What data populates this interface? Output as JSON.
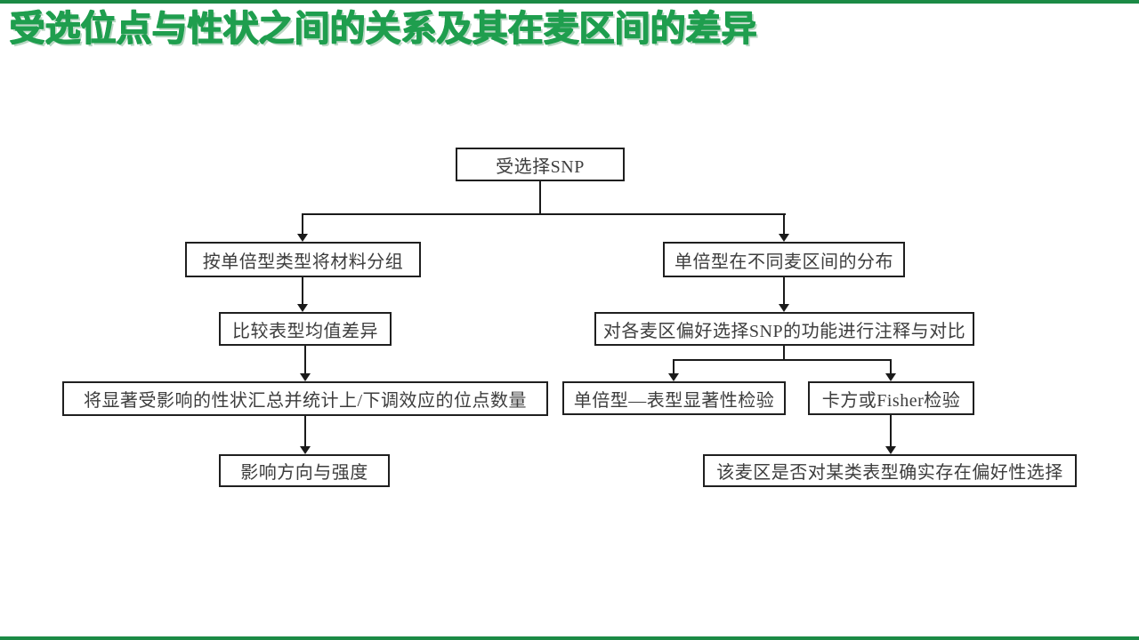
{
  "page": {
    "title": "受选位点与性状之间的关系及其在麦区间的差异",
    "background_color": "#ffffff",
    "title_color": "#1f9e4e",
    "accent_bar_color": "#1b8a45",
    "line_color": "#1a1a1a",
    "box_border_color": "#1f1f1f",
    "box_text_color": "#3d3d3d"
  },
  "flowchart": {
    "nodes": [
      {
        "id": "selected-snp",
        "label": "受选择SNP"
      },
      {
        "id": "group-materials-by-haplotype",
        "label": "按单倍型类型将材料分组"
      },
      {
        "id": "haplotype-distribution-across-regions",
        "label": "单倍型在不同麦区间的分布"
      },
      {
        "id": "compare-phenotype-mean-difference",
        "label": "比较表型均值差异"
      },
      {
        "id": "annotate-compare-snp-function",
        "label": "对各麦区偏好选择SNP的功能进行注释与对比"
      },
      {
        "id": "summarize-affected-traits",
        "label": "将显著受影响的性状汇总并统计上/下调效应的位点数量"
      },
      {
        "id": "haplotype-phenotype-significance-test",
        "label": "单倍型—表型显著性检验"
      },
      {
        "id": "chi-square-or-fisher-test",
        "label": "卡方或Fisher检验"
      },
      {
        "id": "effect-direction-and-strength",
        "label": "影响方向与强度"
      },
      {
        "id": "region-preference-conclusion",
        "label": "该麦区是否对某类表型确实存在偏好性选择"
      }
    ],
    "edges": [
      {
        "from": "selected-snp",
        "to": "group-materials-by-haplotype"
      },
      {
        "from": "selected-snp",
        "to": "haplotype-distribution-across-regions"
      },
      {
        "from": "group-materials-by-haplotype",
        "to": "compare-phenotype-mean-difference"
      },
      {
        "from": "compare-phenotype-mean-difference",
        "to": "summarize-affected-traits"
      },
      {
        "from": "summarize-affected-traits",
        "to": "effect-direction-and-strength"
      },
      {
        "from": "haplotype-distribution-across-regions",
        "to": "annotate-compare-snp-function"
      },
      {
        "from": "annotate-compare-snp-function",
        "to": "haplotype-phenotype-significance-test"
      },
      {
        "from": "annotate-compare-snp-function",
        "to": "chi-square-or-fisher-test"
      },
      {
        "from": "chi-square-or-fisher-test",
        "to": "region-preference-conclusion"
      }
    ]
  }
}
